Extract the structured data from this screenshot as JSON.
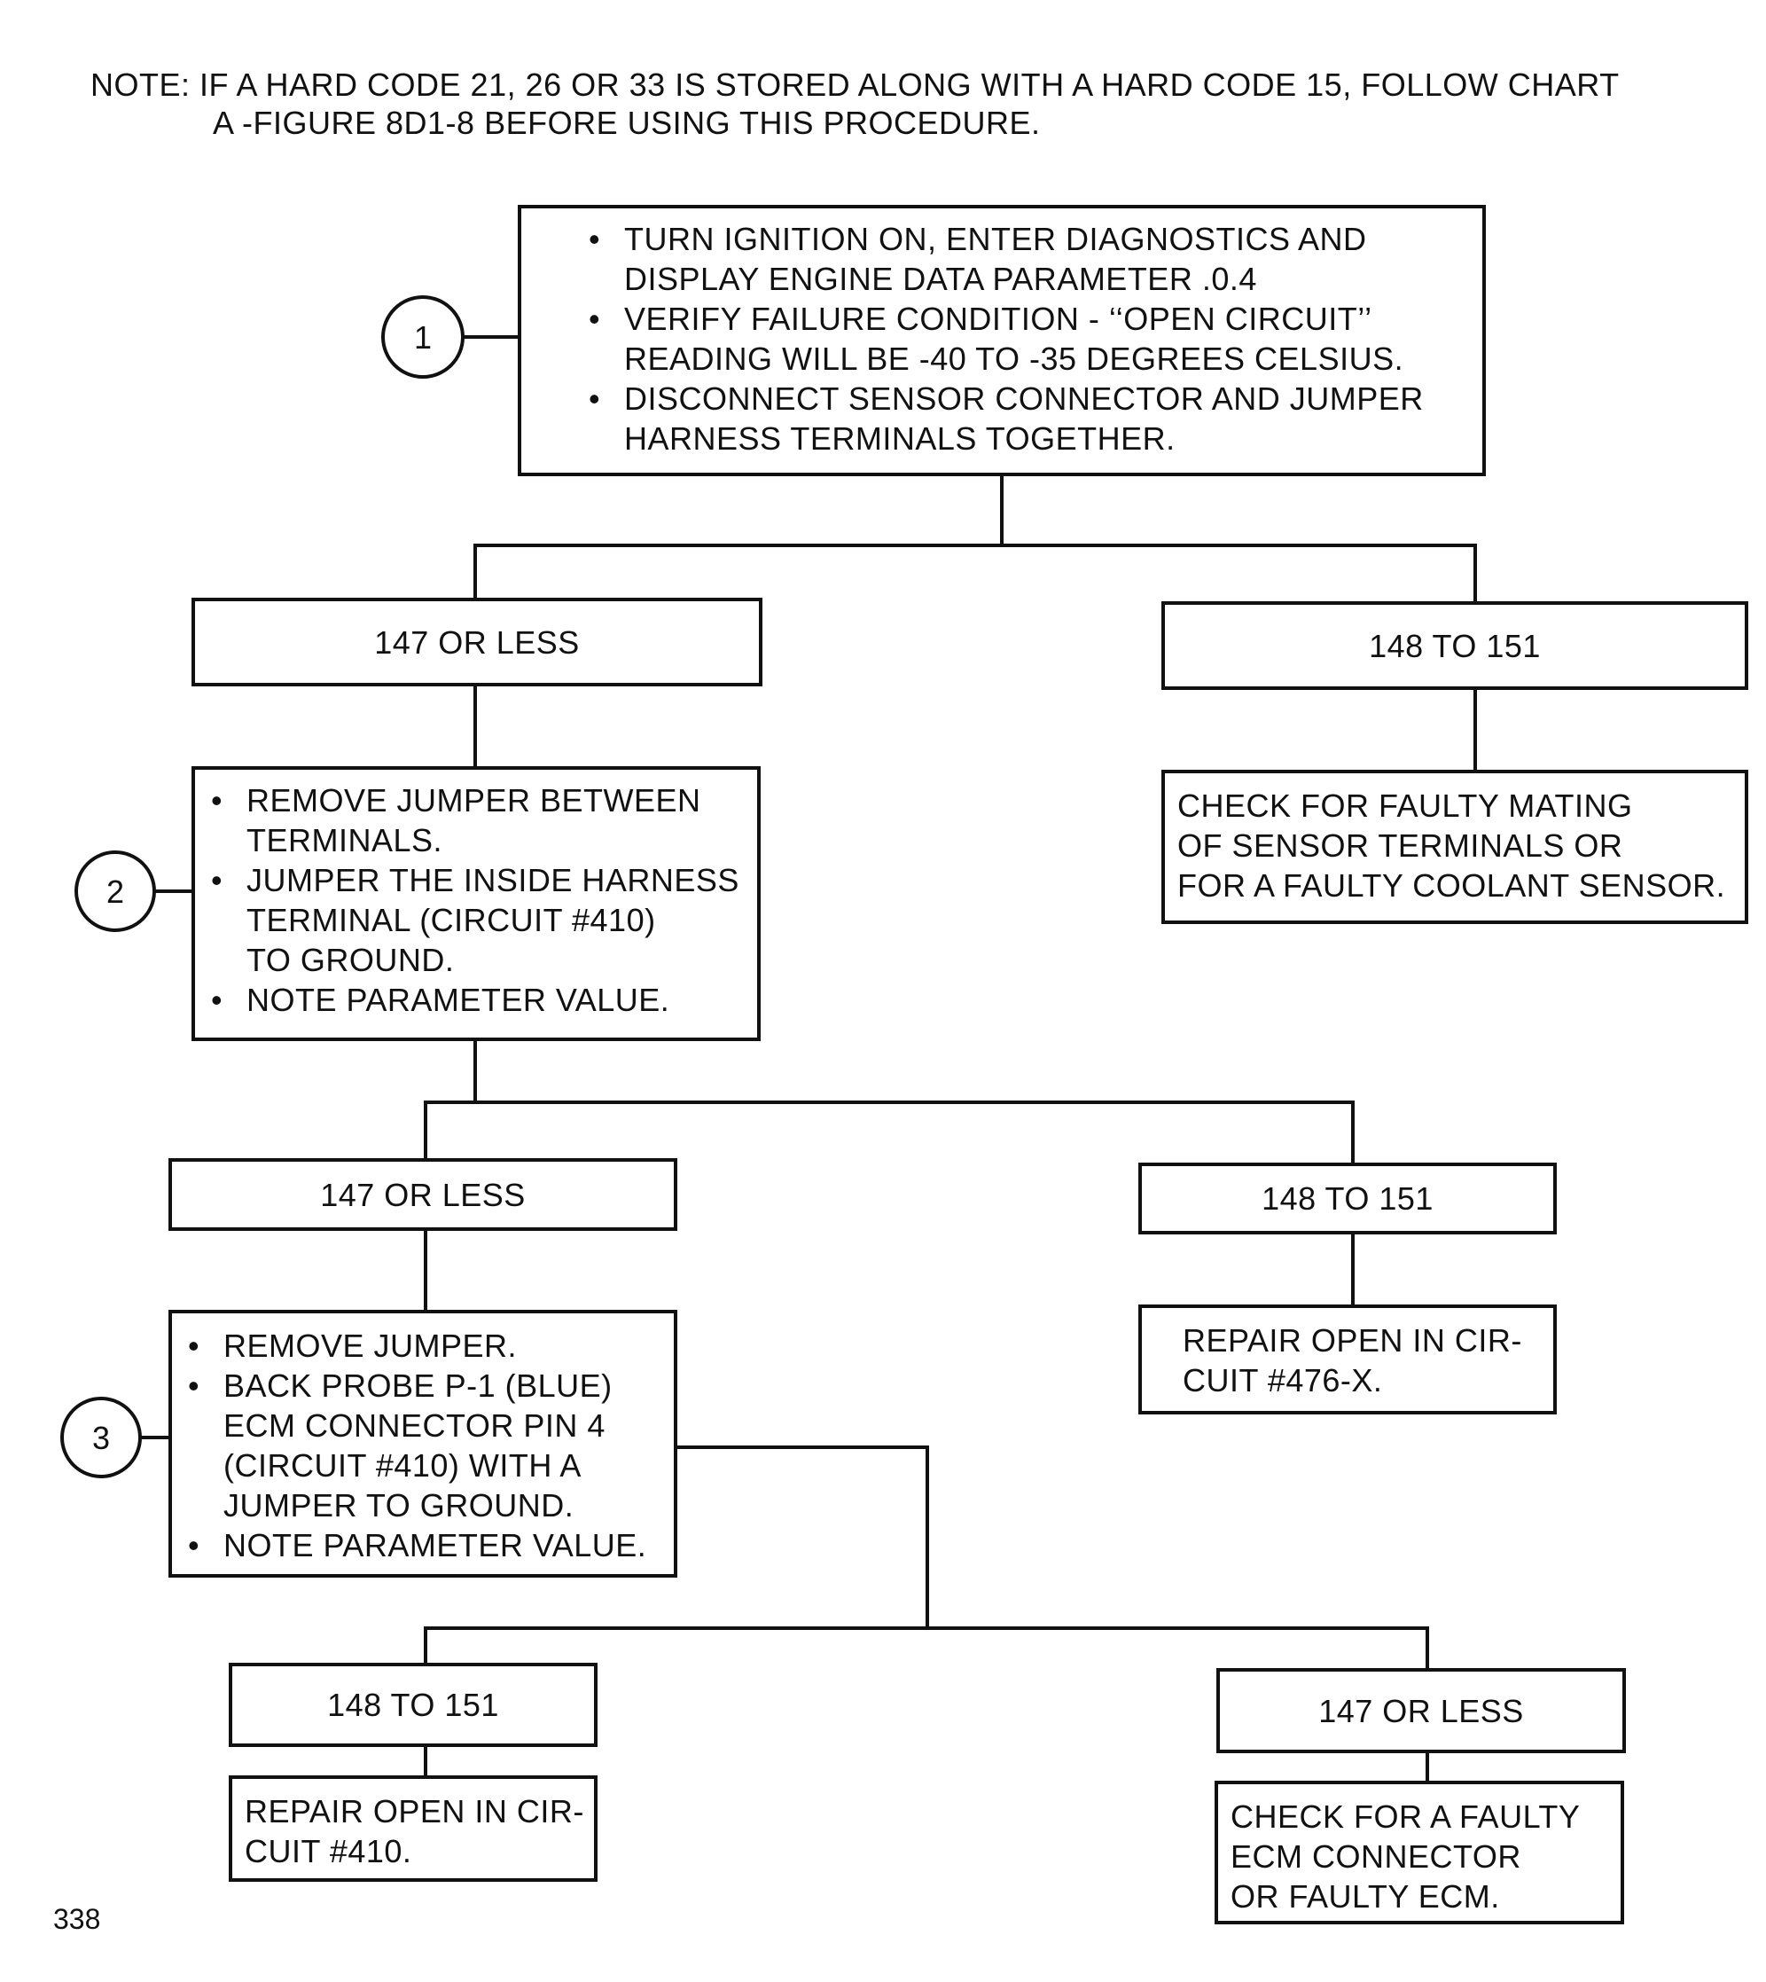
{
  "note": {
    "line1": "NOTE:  IF A HARD CODE 21, 26 OR 33 IS STORED ALONG WITH A HARD CODE 15, FOLLOW CHART",
    "line2": "A -FIGURE 8D1-8 BEFORE USING THIS PROCEDURE."
  },
  "steps": [
    {
      "number": "1",
      "lines": [
        "TURN IGNITION ON, ENTER DIAGNOSTICS AND",
        "DISPLAY ENGINE DATA PARAMETER .0.4",
        "VERIFY FAILURE CONDITION - ‘‘OPEN CIRCUIT’’",
        "READING WILL BE -40 TO -35 DEGREES CELSIUS.",
        "DISCONNECT SENSOR CONNECTOR AND JUMPER",
        "HARNESS TERMINALS TOGETHER."
      ]
    },
    {
      "number": "2",
      "lines": [
        "REMOVE JUMPER BETWEEN",
        "TERMINALS.",
        "JUMPER THE INSIDE HARNESS",
        "TERMINAL (CIRCUIT #410)",
        "TO GROUND.",
        "NOTE PARAMETER VALUE."
      ]
    },
    {
      "number": "3",
      "lines": [
        "REMOVE JUMPER.",
        "BACK PROBE P-1 (BLUE)",
        "ECM CONNECTOR PIN 4",
        "(CIRCUIT #410) WITH A",
        "JUMPER TO GROUND.",
        "NOTE PARAMETER VALUE."
      ]
    }
  ],
  "results": {
    "r1_left": "147 OR LESS",
    "r1_right": "148 TO 151",
    "r2_left": "147 OR LESS",
    "r2_right": "148 TO 151",
    "r3_left": "148 TO 151",
    "r3_right": "147 OR LESS"
  },
  "outcomes": {
    "o1": [
      "CHECK FOR FAULTY MATING",
      "OF SENSOR TERMINALS OR",
      "FOR A FAULTY COOLANT SENSOR."
    ],
    "o2": [
      "REPAIR OPEN IN CIR-",
      "CUIT #476-X."
    ],
    "o3": [
      "REPAIR OPEN IN CIR-",
      "CUIT #410."
    ],
    "o4": [
      "CHECK FOR A FAULTY",
      "ECM CONNECTOR",
      "OR FAULTY ECM."
    ]
  },
  "page_number": "338"
}
